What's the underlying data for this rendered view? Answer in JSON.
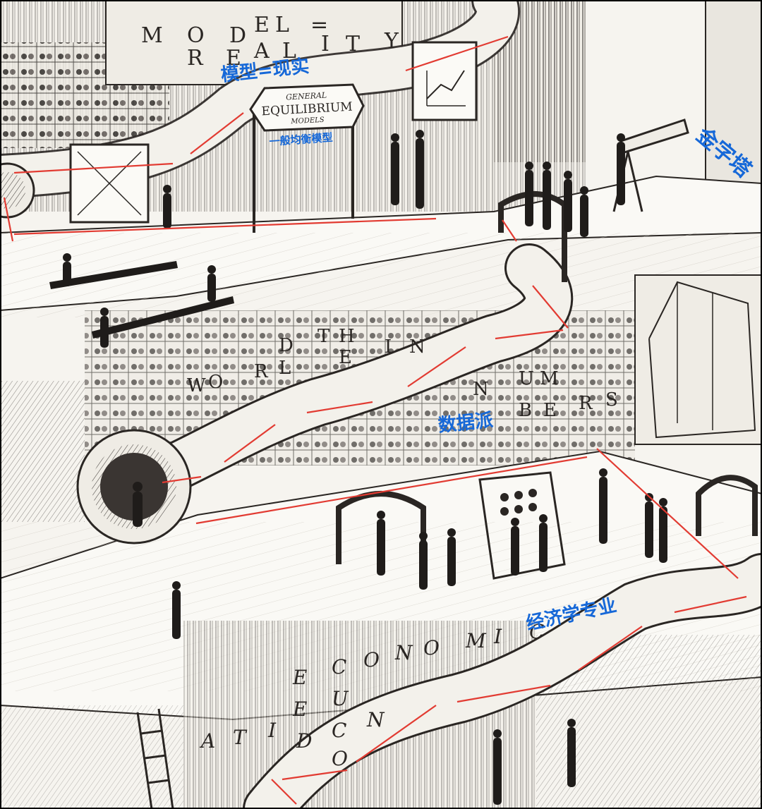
{
  "engraved_letters": {
    "model": [
      "M",
      "O",
      "D",
      "E",
      "L"
    ],
    "equals": "=",
    "reality": [
      "R",
      "E",
      "A",
      "L",
      "I",
      "T",
      "Y"
    ],
    "world_in_numbers": [
      "W",
      "O",
      "R",
      "L",
      "D",
      "T",
      "H",
      "E",
      "I",
      "N",
      "N",
      "U",
      "M",
      "B",
      "E",
      "R",
      "S"
    ],
    "economic": [
      "E",
      "C",
      "O",
      "N",
      "O",
      "M",
      "I",
      "C"
    ],
    "education": [
      "E",
      "D",
      "U",
      "C",
      "A",
      "T",
      "I",
      "O",
      "N"
    ]
  },
  "sign": {
    "line1": "GENERAL",
    "line2": "EQUILIBRIUM",
    "line3": "MODELS"
  },
  "annotations": {
    "model_equals_reality": "模型=现实",
    "general_equilibrium_models": "一般均衡模型",
    "pyramid_top": "金字塔",
    "data_school": "数据派",
    "economics_major": "经济学专业"
  },
  "colors": {
    "annotation_text": "#1668d8",
    "annotation_line": "#e23b32",
    "ink": "#1f1c1a",
    "paper": "#f6f4ef"
  }
}
